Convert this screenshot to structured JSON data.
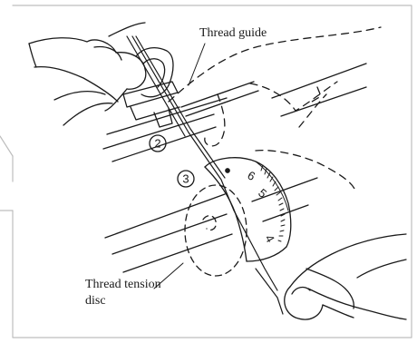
{
  "labels": {
    "thread_guide": "Thread guide",
    "tension_disc_line1": "Thread tension",
    "tension_disc_line2": "disc"
  },
  "step_numbers": {
    "step2": "2",
    "step3": "3"
  },
  "dial_numbers": [
    "6",
    "5",
    "4"
  ],
  "colors": {
    "line": "#1a1a1a",
    "background": "#ffffff",
    "frame": "#c8c8c8"
  }
}
